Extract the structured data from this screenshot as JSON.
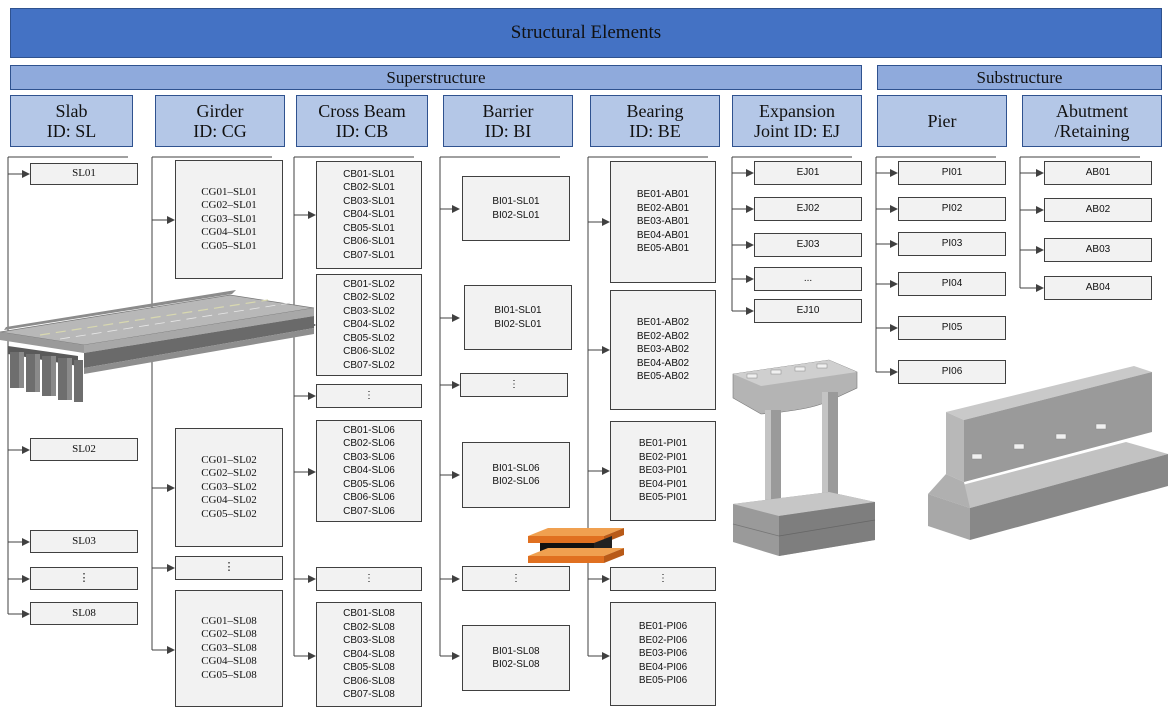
{
  "title": "Structural Elements",
  "superstructure": "Superstructure",
  "substructure": "Substructure",
  "categories": {
    "slab": [
      "Slab",
      "ID: SL"
    ],
    "girder": [
      "Girder",
      "ID: CG"
    ],
    "crossbeam": [
      "Cross Beam",
      "ID: CB"
    ],
    "barrier": [
      "Barrier",
      "ID: BI"
    ],
    "bearing": [
      "Bearing",
      "ID: BE"
    ],
    "expansion": [
      "Expansion",
      "Joint ID: EJ"
    ],
    "pier": [
      "Pier"
    ],
    "abutment": [
      "Abutment",
      "/Retaining"
    ]
  },
  "ellipsis": "⋮",
  "ellipsis_h": "...",
  "slab_items": [
    "SL01",
    "SL02",
    "SL03",
    "SL08"
  ],
  "girder_groups": [
    [
      "CG01–SL01",
      "CG02–SL01",
      "CG03–SL01",
      "CG04–SL01",
      "CG05–SL01"
    ],
    [
      "CG01–SL02",
      "CG02–SL02",
      "CG03–SL02",
      "CG04–SL02",
      "CG05–SL02"
    ],
    [
      "CG01–SL08",
      "CG02–SL08",
      "CG03–SL08",
      "CG04–SL08",
      "CG05–SL08"
    ]
  ],
  "crossbeam_groups": [
    [
      "CB01-SL01",
      "CB02-SL01",
      "CB03-SL01",
      "CB04-SL01",
      "CB05-SL01",
      "CB06-SL01",
      "CB07-SL01"
    ],
    [
      "CB01-SL02",
      "CB02-SL02",
      "CB03-SL02",
      "CB04-SL02",
      "CB05-SL02",
      "CB06-SL02",
      "CB07-SL02"
    ],
    [
      "CB01-SL06",
      "CB02-SL06",
      "CB03-SL06",
      "CB04-SL06",
      "CB05-SL06",
      "CB06-SL06",
      "CB07-SL06"
    ],
    [
      "CB01-SL08",
      "CB02-SL08",
      "CB03-SL08",
      "CB04-SL08",
      "CB05-SL08",
      "CB06-SL08",
      "CB07-SL08"
    ]
  ],
  "barrier_groups": [
    [
      "BI01-SL01",
      "BI02-SL01"
    ],
    [
      "BI01-SL01",
      "BI02-SL01"
    ],
    [
      "BI01-SL06",
      "BI02-SL06"
    ],
    [
      "BI01-SL08",
      "BI02-SL08"
    ]
  ],
  "bearing_groups": [
    [
      "BE01-AB01",
      "BE02-AB01",
      "BE03-AB01",
      "BE04-AB01",
      "BE05-AB01"
    ],
    [
      "BE01-AB02",
      "BE02-AB02",
      "BE03-AB02",
      "BE04-AB02",
      "BE05-AB02"
    ],
    [
      "BE01-PI01",
      "BE02-PI01",
      "BE03-PI01",
      "BE04-PI01",
      "BE05-PI01"
    ],
    [
      "BE01-PI06",
      "BE02-PI06",
      "BE03-PI06",
      "BE04-PI06",
      "BE05-PI06"
    ]
  ],
  "expansion_items": [
    "EJ01",
    "EJ02",
    "EJ03",
    "...",
    "EJ10"
  ],
  "pier_items": [
    "PI01",
    "PI02",
    "PI03",
    "PI04",
    "PI05",
    "PI06"
  ],
  "abutment_items": [
    "AB01",
    "AB02",
    "AB03",
    "AB04"
  ]
}
